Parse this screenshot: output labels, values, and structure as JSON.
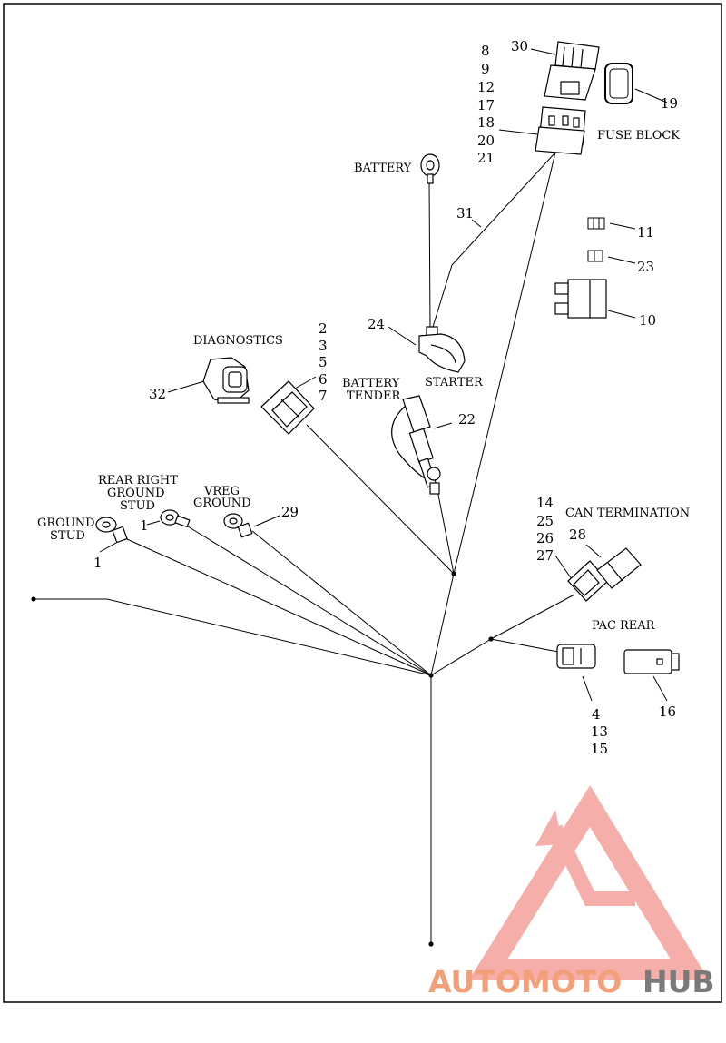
{
  "labels": {
    "fuse_block": "FUSE BLOCK",
    "battery": "BATTERY",
    "diagnostics": "DIAGNOSTICS",
    "battery_tender_1": "BATTERY",
    "battery_tender_2": "TENDER",
    "starter": "STARTER",
    "rear_right_1": "REAR RIGHT",
    "rear_right_2": "GROUND",
    "rear_right_3": "STUD",
    "vreg_1": "VREG",
    "vreg_2": "GROUND",
    "ground_stud_1": "GROUND",
    "ground_stud_2": "STUD",
    "can_termination": "CAN TERMINATION",
    "pac_rear": "PAC REAR"
  },
  "callouts": {
    "c30": "30",
    "c8": "8",
    "c9": "9",
    "c12": "12",
    "c17": "17",
    "c18": "18",
    "c20": "20",
    "c21": "21",
    "c19": "19",
    "c31": "31",
    "c11": "11",
    "c23": "23",
    "c10": "10",
    "c24": "24",
    "c2": "2",
    "c3": "3",
    "c5": "5",
    "c6": "6",
    "c7": "7",
    "c32": "32",
    "c22": "22",
    "c1a": "1",
    "c1b": "1",
    "c29": "29",
    "c14": "14",
    "c25": "25",
    "c26": "26",
    "c27": "27",
    "c28": "28",
    "c4": "4",
    "c13": "13",
    "c15": "15",
    "c16": "16"
  },
  "watermark": {
    "part1": "AUTOMOTO",
    "part2": "HUB",
    "color_accent": "#f2a07a",
    "color_dark": "#7a7a7a",
    "color_triangle": "#f4a19b"
  }
}
